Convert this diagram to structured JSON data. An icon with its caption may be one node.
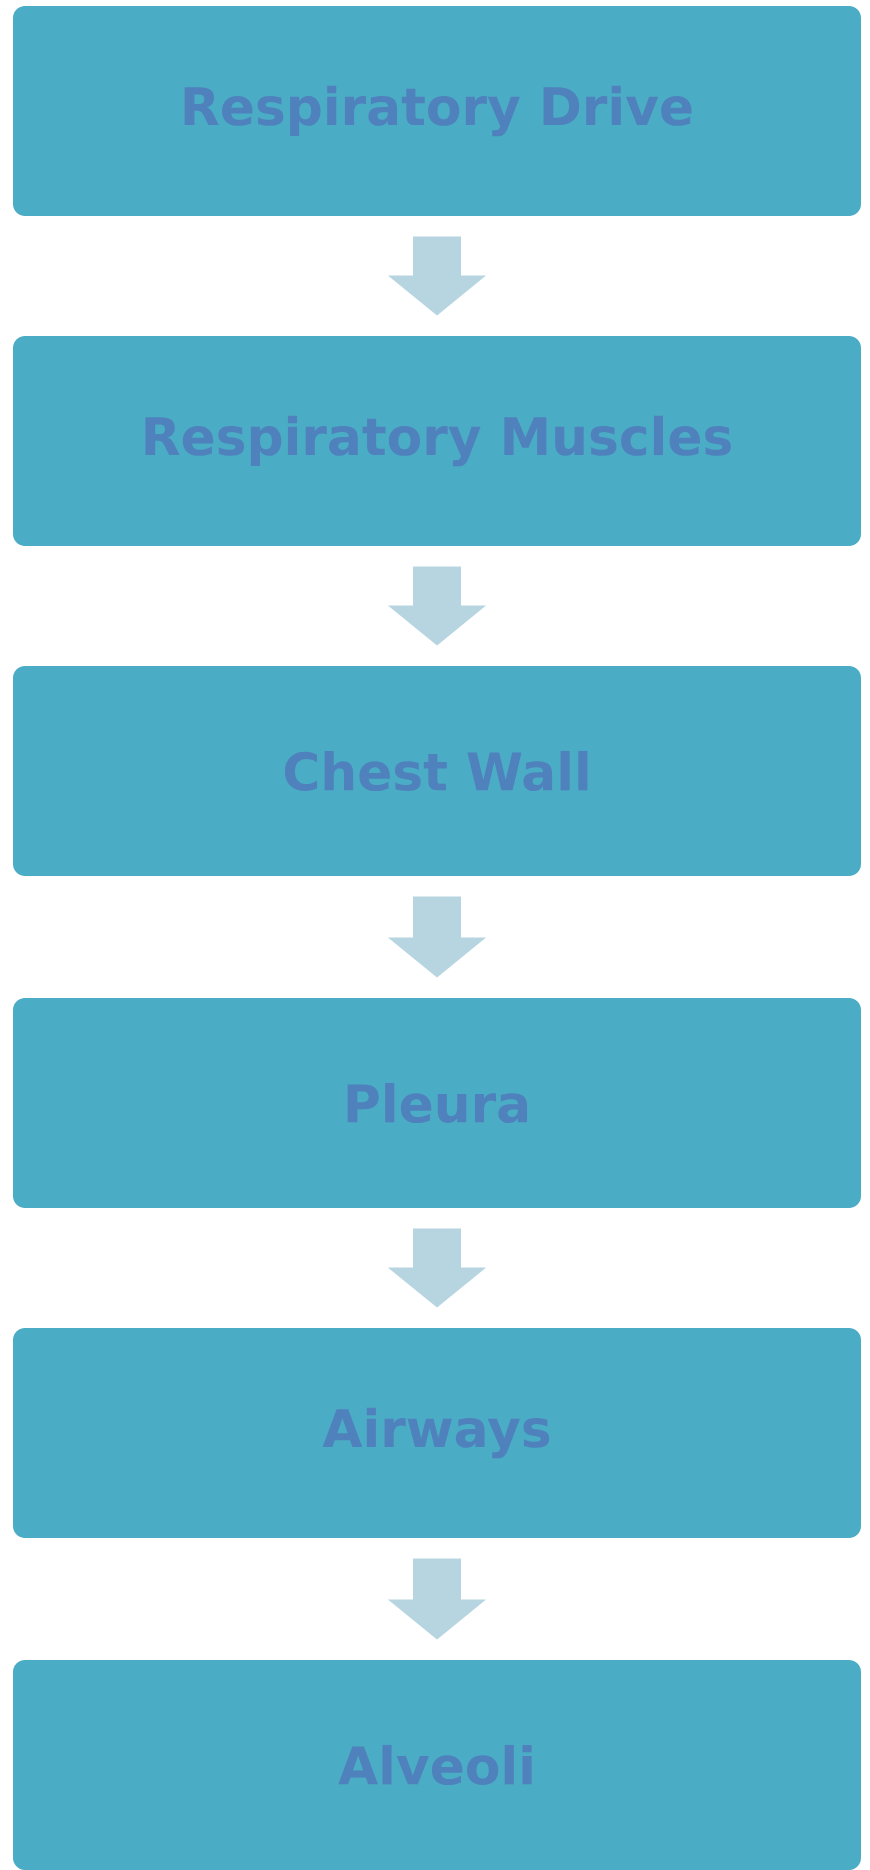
{
  "diagram": {
    "nodes": [
      {
        "text": [
          "Respiratory Drive"
        ]
      },
      {
        "text": [
          "Respiratory Muscles"
        ]
      },
      {
        "text": [
          "Chest Wall"
        ]
      },
      {
        "text": [
          "Pleura"
        ]
      },
      {
        "text": [
          "Airways"
        ]
      },
      {
        "text": [
          "Alveoli"
        ]
      }
    ],
    "edges": [
      {
        "from": 0,
        "to": 1,
        "arrow": "to"
      },
      {
        "from": 1,
        "to": 2,
        "arrow": "to"
      },
      {
        "from": 2,
        "to": 3,
        "arrow": "to"
      },
      {
        "from": 3,
        "to": 4,
        "arrow": "to"
      },
      {
        "from": 4,
        "to": 5,
        "arrow": "to"
      }
    ]
  }
}
